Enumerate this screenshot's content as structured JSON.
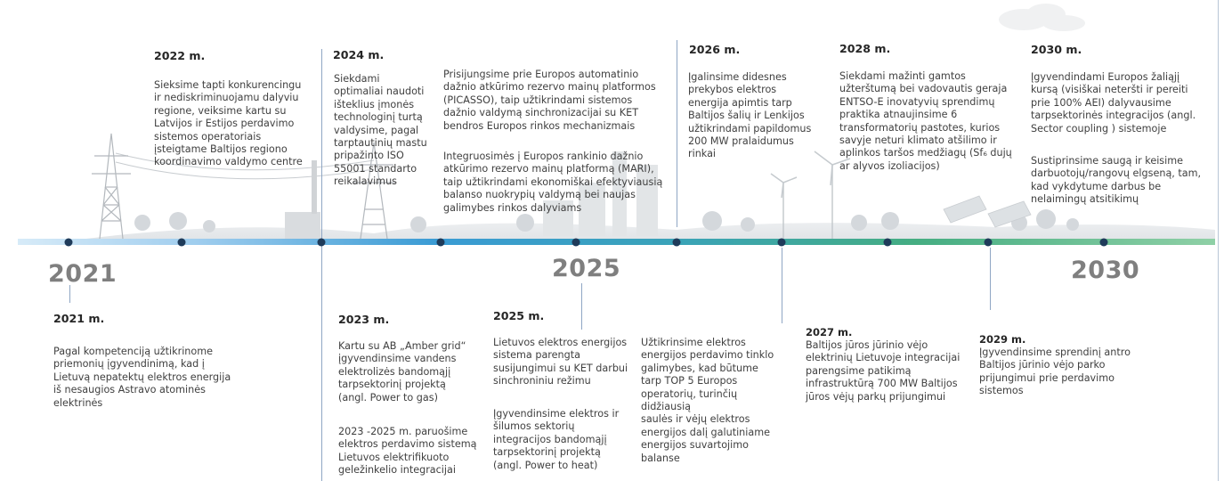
{
  "years": {
    "y2021": "2021",
    "y2025": "2025",
    "y2030": "2030"
  },
  "milestones": {
    "m2021": {
      "title": "2021 m.",
      "text": "Pagal kompetenciją užtikrinome\npriemonių įgyvendinimą, kad į\nLietuvą nepatektų elektros energija\niš nesaugios Astravo atominės\nelektrinės"
    },
    "m2022": {
      "title": "2022 m.",
      "text": "Sieksime tapti konkurencingu\nir nediskriminuojamu dalyviu\nregione, veiksime kartu su\nLatvijos ir Estijos perdavimo\nsistemos operatoriais\nįsteigtame Baltijos regiono\nkoordinavimo valdymo centre"
    },
    "m2023": {
      "title": "2023 m.",
      "text1": "Kartu su AB „Amber grid“\nįgyvendinsime vandens\nelektrolizės bandomąjį\ntarpsektorinį projektą\n(angl. Power to gas)",
      "text2": "2023 -2025 m. paruošime\nelektros perdavimo sistemą\nLietuvos elektrifikuoto\ngeležinkelio integracijai"
    },
    "m2024": {
      "title": "2024 m.",
      "text": "Siekdami\noptimaliai naudoti\ništeklius įmonės\ntechnologinį turtą\nvaldysime, pagal\ntarptautinių mastu\npripažinto ISO\n55001 standarto\nreikalavimus"
    },
    "m2024b": {
      "text1": "Prisijungsime prie Europos automatinio\ndažnio atkūrimo rezervo mainų platformos\n(PICASSO), taip užtikrindami sistemos\ndažnio valdymą sinchronizacijai su KET\nbendros Europos rinkos mechanizmais",
      "text2": "Integruosimės į Europos rankinio dažnio\natkūrimo rezervo mainų platformą (MARI),\ntaip užtikrindami ekonomiškai efektyviausią\nbalanso nuokrypių valdymą bei naujas\ngalimybes rinkos dalyviams"
    },
    "m2025": {
      "title": "2025 m.",
      "text1": "Lietuvos elektros energijos\nsistema parengta\nsusijungimui su KET darbui\nsinchroniniu režimu",
      "text2": "Įgyvendinsime elektros ir\nšilumos sektorių\nintegracijos bandomąjį\ntarpsektorinį projektą\n(angl. Power to heat)"
    },
    "m2025b": {
      "text": "Užtikrinsime elektros\nenergijos perdavimo tinklo\ngalimybes, kad būtume\ntarp TOP 5 Europos\noperatorių, turinčių\ndidžiausią\nsaulės ir vėjų elektros\nenergijos dalį galutiniame\nenergijos suvartojimo\nbalanse"
    },
    "m2026": {
      "title": "2026 m.",
      "text": "Įgalinsime didesnes\nprekybos elektros\nenergija apimtis tarp\nBaltijos šalių ir Lenkijos\nužtikrindami papildomus\n200 MW pralaidumus\nrinkai"
    },
    "m2027": {
      "title": "2027 m.",
      "text": "Baltijos jūros jūrinio vėjo\nelektrinių Lietuvoje integracijai\nparengsime patikimą\ninfrastruktūrą 700 MW Baltijos\njūros vėjų parkų prijungimui"
    },
    "m2028": {
      "title": "2028 m.",
      "text": "Siekdami mažinti gamtos\nužterštumą bei vadovautis geraja\nENTSO-E inovatyvių sprendimų\npraktika atnaujinsime 6\ntransformatorių pastotes, kurios\nsavyje neturi klimato atšilimo ir\naplinkos taršos medžiagų (Sf₆ dujų\nar alyvos izoliacijos)"
    },
    "m2029": {
      "title": "2029 m.",
      "text": "Įgyvendinsime sprendinį antro\nBaltijos jūrinio vėjo parko\nprijungimui prie perdavimo\nsistemos"
    },
    "m2030": {
      "title": "2030 m.",
      "text1": "Įgyvendindami Europos žaliąjį\nkursą (visiškai neteršti ir pereiti\nprie 100% AEI) dalyvausime\ntarpsektorinės integracijos (angl.\nSector coupling ) sistemoje",
      "text2": "Sustiprinsime saugą ir keisime\ndarbuotojų/rangovų elgseną, tam,\nkad vykdytume darbus be\nnelaimingų atsitikimų"
    }
  },
  "colors": {
    "timeline_start": "#aed3ef",
    "timeline_mid": "#3a9bd4",
    "timeline_end": "#52b37a",
    "dot": "#1f3b5a",
    "skyline": "#e3e6e9"
  }
}
